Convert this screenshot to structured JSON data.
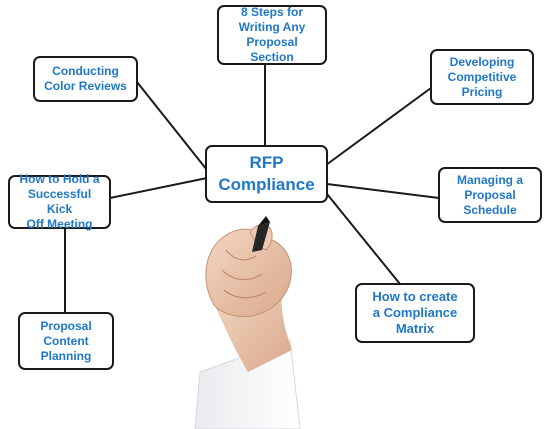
{
  "diagram": {
    "center": "RFP\nCompliance",
    "nodes": [
      {
        "id": "eight-steps",
        "label": "8 Steps for\nWriting Any\nProposal Section"
      },
      {
        "id": "color-reviews",
        "label": "Conducting\nColor Reviews"
      },
      {
        "id": "competitive-pricing",
        "label": "Developing\nCompetitive\nPricing"
      },
      {
        "id": "kick-off",
        "label": "How to Hold a\nSuccessful Kick\nOff Meeting"
      },
      {
        "id": "proposal-schedule",
        "label": "Managing a\nProposal\nSchedule"
      },
      {
        "id": "compliance-matrix",
        "label": "How to create\na Compliance\nMatrix"
      },
      {
        "id": "content-planning",
        "label": "Proposal\nContent\nPlanning"
      }
    ]
  },
  "colors": {
    "text": "#1f78c8",
    "border": "#1a1a1a",
    "line": "#1a1a1a"
  },
  "icons": {
    "hand": "hand-holding-marker-icon"
  }
}
